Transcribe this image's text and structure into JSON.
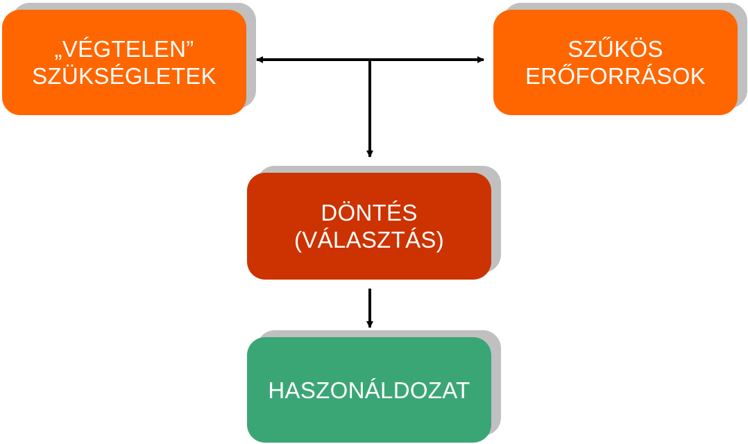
{
  "diagram": {
    "nodes": {
      "needs": {
        "lines": [
          "„VÉGTELEN”",
          "SZÜKSÉGLETEK"
        ],
        "color": "#ff6600"
      },
      "resources": {
        "lines": [
          "SZŰKÖS",
          "ERŐFORRÁSOK"
        ],
        "color": "#ff6600"
      },
      "decision": {
        "lines": [
          "DÖNTÉS",
          "(VÁLASZTÁS)"
        ],
        "color": "#cc3300"
      },
      "opportunity_cost": {
        "lines": [
          "HASZONÁLDOZAT"
        ],
        "color": "#3ba675"
      }
    },
    "shadow_color": "#c0c0c0",
    "connector_color": "#000000",
    "edges": [
      {
        "from": "junction",
        "to": "needs",
        "type": "arrow"
      },
      {
        "from": "junction",
        "to": "resources",
        "type": "arrow"
      },
      {
        "from": "junction",
        "to": "decision",
        "type": "arrow"
      },
      {
        "from": "decision",
        "to": "opportunity_cost",
        "type": "arrow"
      }
    ]
  }
}
